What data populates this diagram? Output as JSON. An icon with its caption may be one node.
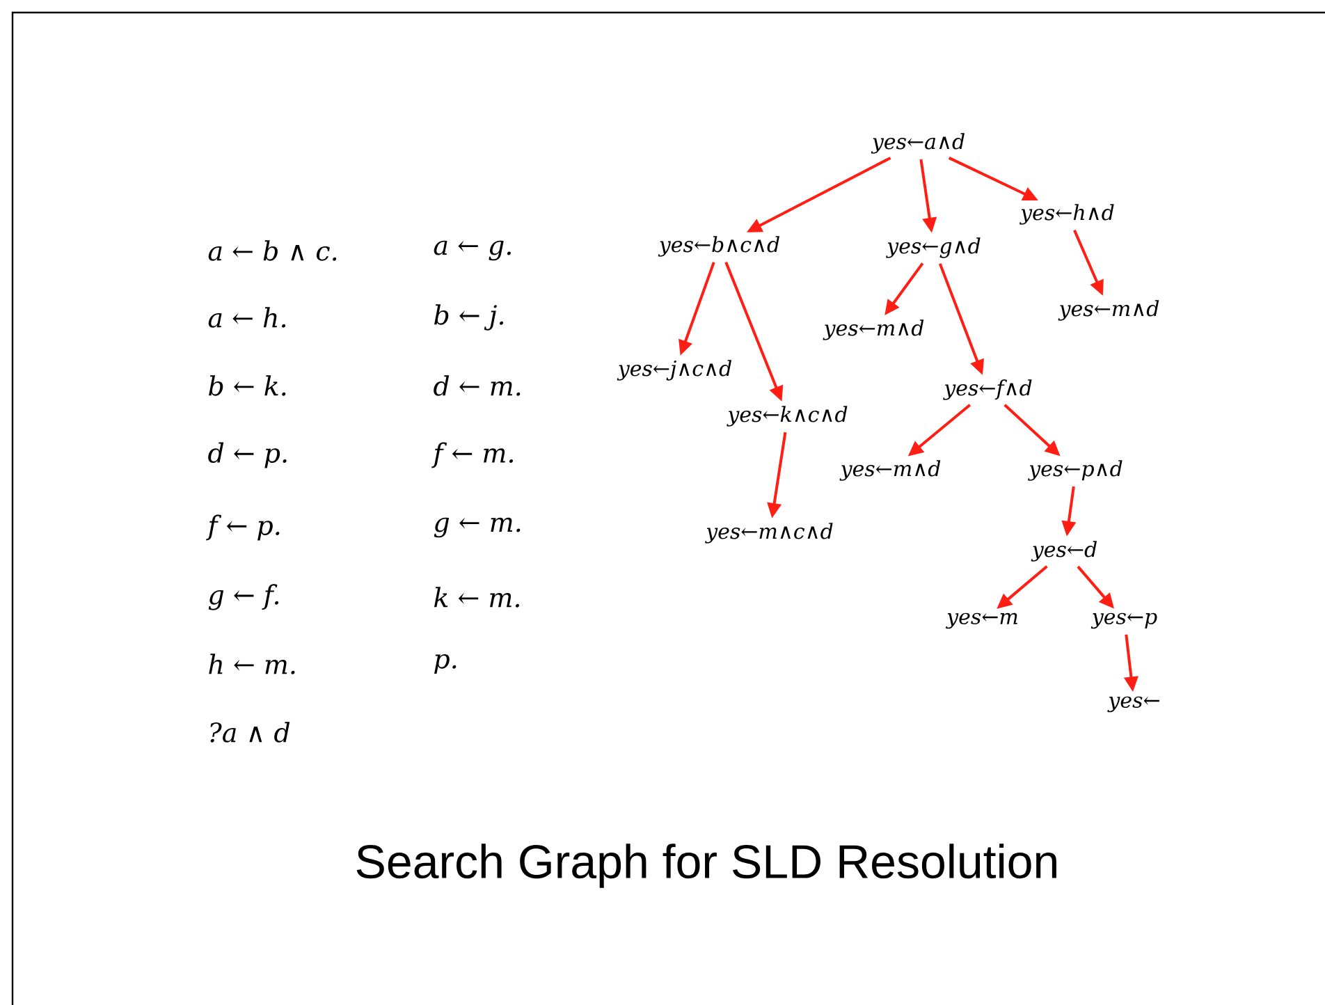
{
  "diagram": {
    "caption": "Search Graph for SLD Resolution",
    "nodes": [
      {
        "text": [
          "yes←a∧d"
        ]
      },
      {
        "text": [
          "yes←b∧c∧d"
        ]
      },
      {
        "text": [
          "yes←g∧d"
        ]
      },
      {
        "text": [
          "yes←h∧d"
        ]
      },
      {
        "text": [
          "yes←j∧c∧d"
        ]
      },
      {
        "text": [
          "yes←k∧c∧d"
        ]
      },
      {
        "text": [
          "yes←m∧d"
        ]
      },
      {
        "text": [
          "yes←m∧d"
        ]
      },
      {
        "text": [
          "yes←f∧d"
        ]
      },
      {
        "text": [
          "yes←m∧c∧d"
        ]
      },
      {
        "text": [
          "yes←m∧d"
        ]
      },
      {
        "text": [
          "yes←p∧d"
        ]
      },
      {
        "text": [
          "yes←d"
        ]
      },
      {
        "text": [
          "yes←m"
        ]
      },
      {
        "text": [
          "yes←p"
        ]
      },
      {
        "text": [
          "yes←"
        ]
      }
    ],
    "edges": [
      {
        "from": 0,
        "to": 1,
        "arrow": "to"
      },
      {
        "from": 0,
        "to": 2,
        "arrow": "to"
      },
      {
        "from": 0,
        "to": 3,
        "arrow": "to"
      },
      {
        "from": 1,
        "to": 4,
        "arrow": "to"
      },
      {
        "from": 1,
        "to": 5,
        "arrow": "to"
      },
      {
        "from": 2,
        "to": 6,
        "arrow": "to"
      },
      {
        "from": 2,
        "to": 8,
        "arrow": "to"
      },
      {
        "from": 3,
        "to": 7,
        "arrow": "to"
      },
      {
        "from": 5,
        "to": 9,
        "arrow": "to"
      },
      {
        "from": 8,
        "to": 10,
        "arrow": "to"
      },
      {
        "from": 8,
        "to": 11,
        "arrow": "to"
      },
      {
        "from": 11,
        "to": 12,
        "arrow": "to"
      },
      {
        "from": 12,
        "to": 13,
        "arrow": "to"
      },
      {
        "from": 12,
        "to": 14,
        "arrow": "to"
      },
      {
        "from": 14,
        "to": 15,
        "arrow": "to"
      }
    ],
    "labels": [
      "a ← b ∧ c.",
      "a ← g.",
      "a ← h.",
      "b ← j.",
      "b ← k.",
      "d ← m.",
      "d ← p.",
      "f ← m.",
      "f ← p.",
      "g ← m.",
      "g ← f.",
      "k ← m.",
      "h ← m.",
      "p.",
      "?a ∧ d"
    ]
  }
}
